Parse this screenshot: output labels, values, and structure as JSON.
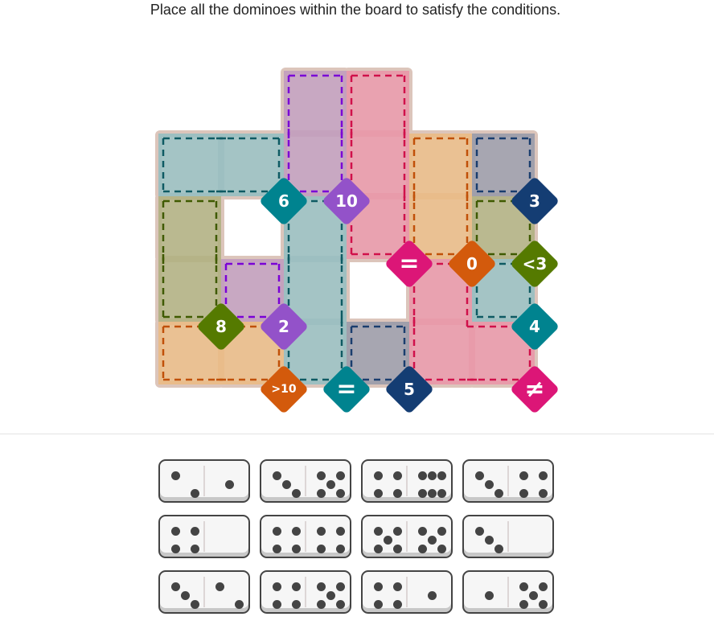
{
  "title": "Place all the dominoes within the board to satisfy the conditions.",
  "board": {
    "cells": [
      [
        0,
        2
      ],
      [
        0,
        3
      ],
      [
        1,
        0
      ],
      [
        1,
        1
      ],
      [
        1,
        2
      ],
      [
        1,
        3
      ],
      [
        1,
        4
      ],
      [
        1,
        5
      ],
      [
        2,
        0
      ],
      [
        2,
        2
      ],
      [
        2,
        3
      ],
      [
        2,
        4
      ],
      [
        2,
        5
      ],
      [
        3,
        0
      ],
      [
        3,
        1
      ],
      [
        3,
        2
      ],
      [
        3,
        4
      ],
      [
        3,
        5
      ],
      [
        4,
        0
      ],
      [
        4,
        1
      ],
      [
        4,
        2
      ],
      [
        4,
        3
      ],
      [
        4,
        4
      ],
      [
        4,
        5
      ]
    ],
    "regions": [
      {
        "label": "6",
        "fill": "#9dbfc1",
        "border": "#0e5a63",
        "badge": "#00838f",
        "cells": [
          [
            1,
            0
          ],
          [
            1,
            1
          ]
        ],
        "corner": [
          1,
          1
        ]
      },
      {
        "label": "10",
        "fill": "#c4a1bd",
        "border": "#7a00d6",
        "badge": "#9352c9",
        "cells": [
          [
            0,
            2
          ],
          [
            1,
            2
          ]
        ],
        "corner": [
          1,
          2
        ]
      },
      {
        "label": "=",
        "fill": "#e89baa",
        "border": "#d0104a",
        "badge": "#dc1677",
        "cells": [
          [
            0,
            3
          ],
          [
            1,
            3
          ],
          [
            2,
            3
          ]
        ],
        "corner": [
          2,
          3
        ]
      },
      {
        "label": "0",
        "fill": "#e9bc8a",
        "border": "#c05008",
        "badge": "#d35a0c",
        "cells": [
          [
            1,
            4
          ],
          [
            2,
            4
          ]
        ],
        "corner": [
          2,
          4
        ]
      },
      {
        "label": "3",
        "fill": "#a09fab",
        "border": "#1a3d6e",
        "badge": "#143d73",
        "cells": [
          [
            1,
            5
          ]
        ],
        "corner": [
          1,
          5
        ]
      },
      {
        "label": "<3",
        "fill": "#b5b387",
        "border": "#3f5a00",
        "badge": "#557a00",
        "cells": [
          [
            2,
            5
          ]
        ],
        "corner": [
          2,
          5
        ]
      },
      {
        "label": "8",
        "fill": "#b5b387",
        "border": "#3f5a00",
        "badge": "#557a00",
        "cells": [
          [
            2,
            0
          ],
          [
            3,
            0
          ]
        ],
        "corner": [
          3,
          0
        ]
      },
      {
        "label": "2",
        "fill": "#c4a1bd",
        "border": "#7a00d6",
        "badge": "#9352c9",
        "cells": [
          [
            3,
            1
          ]
        ],
        "corner": [
          3,
          1
        ]
      },
      {
        "label": "=",
        "fill": "#9dbfc1",
        "border": "#0e5a63",
        "badge": "#00838f",
        "cells": [
          [
            2,
            2
          ],
          [
            3,
            2
          ],
          [
            4,
            2
          ]
        ],
        "corner": [
          4,
          2
        ]
      },
      {
        "label": "4",
        "fill": "#9dbfc1",
        "border": "#0e5a63",
        "badge": "#00838f",
        "cells": [
          [
            3,
            5
          ]
        ],
        "corner": [
          3,
          5
        ]
      },
      {
        "label": "≠",
        "fill": "#e89baa",
        "border": "#d0104a",
        "badge": "#dc1677",
        "cells": [
          [
            3,
            4
          ],
          [
            4,
            4
          ],
          [
            4,
            5
          ]
        ],
        "corner": [
          4,
          5
        ]
      },
      {
        "label": ">10",
        "fill": "#e9bc8a",
        "border": "#c05008",
        "badge": "#d35a0c",
        "cells": [
          [
            4,
            0
          ],
          [
            4,
            1
          ]
        ],
        "corner": [
          4,
          1
        ]
      },
      {
        "label": "5",
        "fill": "#a09fab",
        "border": "#1a3d6e",
        "badge": "#143d73",
        "cells": [
          [
            4,
            3
          ]
        ],
        "corner": [
          4,
          3
        ]
      }
    ]
  },
  "dominoes": [
    [
      2,
      1
    ],
    [
      3,
      5
    ],
    [
      4,
      6
    ],
    [
      3,
      4
    ],
    [
      4,
      0
    ],
    [
      4,
      4
    ],
    [
      5,
      5
    ],
    [
      3,
      0
    ],
    [
      3,
      2
    ],
    [
      4,
      5
    ],
    [
      4,
      1
    ],
    [
      1,
      5
    ]
  ]
}
